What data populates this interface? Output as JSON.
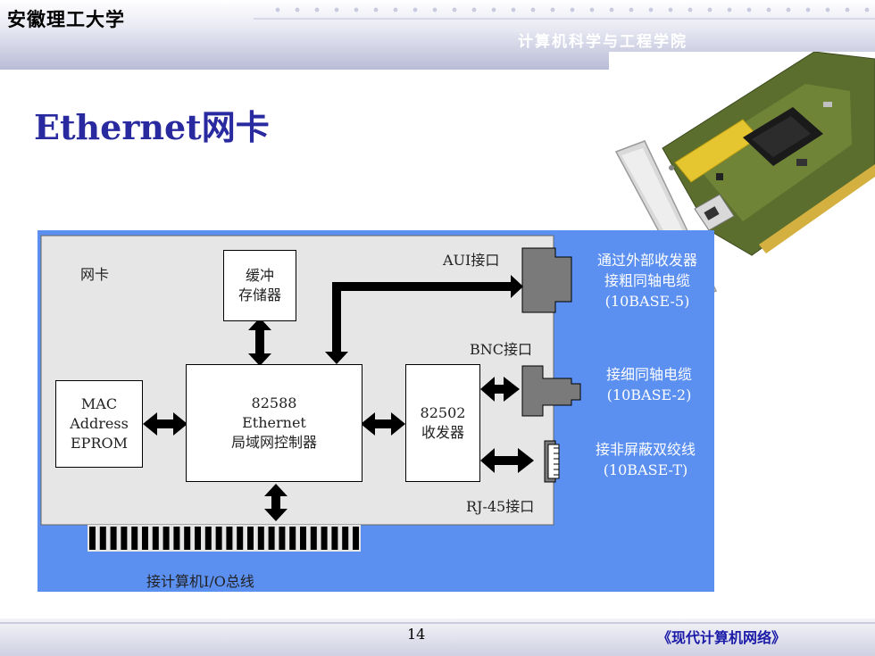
{
  "header": {
    "school": "安徽理工大学",
    "department": "计算机科学与工程学院"
  },
  "title": "Ethernet网卡",
  "diagram": {
    "card_label": "网卡",
    "buffer": [
      "缓冲",
      "存储器"
    ],
    "mac": [
      "MAC",
      "Address",
      "EPROM"
    ],
    "controller": [
      "82588",
      "Ethernet",
      "局域网控制器"
    ],
    "transceiver": [
      "82502",
      "收发器"
    ],
    "aui_label": "AUI接口",
    "bnc_label": "BNC接口",
    "rj45_label": "RJ-45接口",
    "aui_desc": [
      "通过外部收发器",
      "接粗同轴电缆",
      "(10BASE-5)"
    ],
    "bnc_desc": [
      "接细同轴电缆",
      "(10BASE-2)"
    ],
    "rj45_desc": [
      "接非屏蔽双绞线",
      "(10BASE-T)"
    ],
    "bus_label": "接计算机I/O总线"
  },
  "footer": {
    "page": "14",
    "book": "《现代计算机网络》"
  },
  "colors": {
    "card_bg": "#e6e6e6",
    "blue_bg": "#5b8ff0",
    "title": "#2a2aa0"
  }
}
